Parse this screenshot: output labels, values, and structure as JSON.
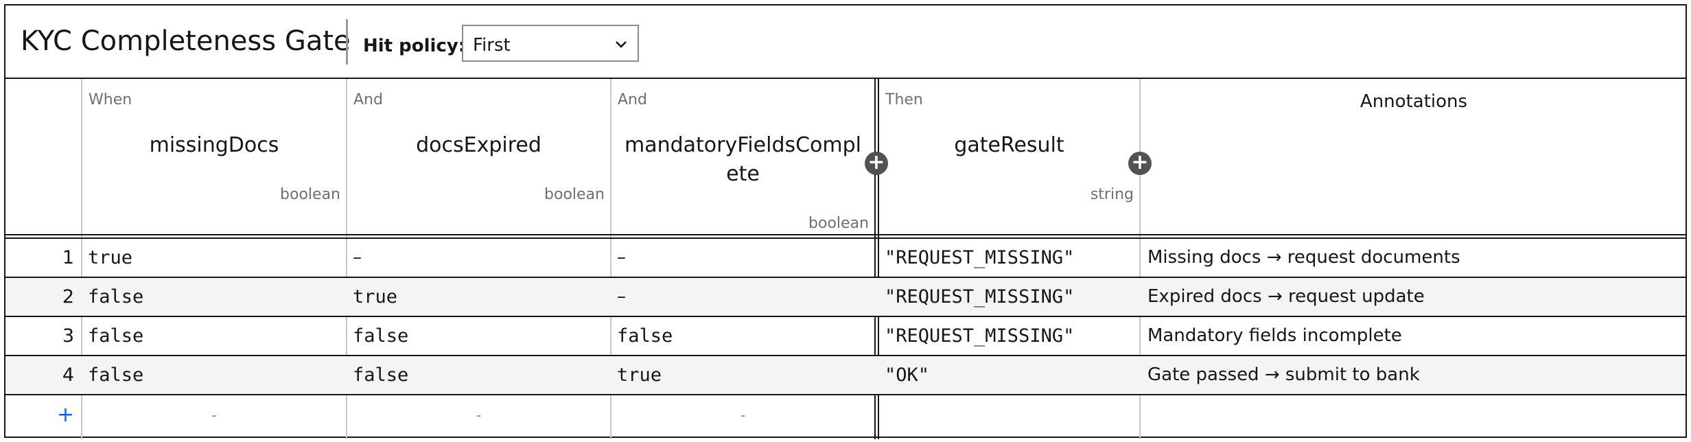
{
  "title": "KYC Completeness Gate",
  "hit_policy": {
    "label": "Hit policy:",
    "value": "First"
  },
  "columns": [
    {
      "kind": "When",
      "name": "missingDocs",
      "type": "boolean"
    },
    {
      "kind": "And",
      "name": "docsExpired",
      "type": "boolean"
    },
    {
      "kind": "And",
      "name": "mandatoryFieldsComplete",
      "type": "boolean"
    },
    {
      "kind": "Then",
      "name": "gateResult",
      "type": "string"
    }
  ],
  "annotations_header": "Annotations",
  "rows": [
    {
      "index": "1",
      "cells": [
        "true",
        "–",
        "–",
        "\"REQUEST_MISSING\""
      ],
      "annotation": "Missing docs → request documents"
    },
    {
      "index": "2",
      "cells": [
        "false",
        "true",
        "–",
        "\"REQUEST_MISSING\""
      ],
      "annotation": "Expired docs → request update"
    },
    {
      "index": "3",
      "cells": [
        "false",
        "false",
        "false",
        "\"REQUEST_MISSING\""
      ],
      "annotation": "Mandatory fields incomplete"
    },
    {
      "index": "4",
      "cells": [
        "false",
        "false",
        "true",
        "\"OK\""
      ],
      "annotation": "Gate passed → submit to bank"
    }
  ],
  "add_row": {
    "plus": "+",
    "placeholders": [
      "-",
      "-",
      "-"
    ]
  },
  "add_column_symbol": "+",
  "icons": {
    "select_chevron": "chevron-down-icon",
    "add_column": "plus-circle-icon",
    "add_row": "plus-icon"
  },
  "colors": {
    "border": "#161616",
    "grid": "#c6c6c6",
    "alt_row": "#f4f4f4",
    "muted_text": "#6f6f6f",
    "add_button": "#525252",
    "accent": "#0f62fe"
  }
}
